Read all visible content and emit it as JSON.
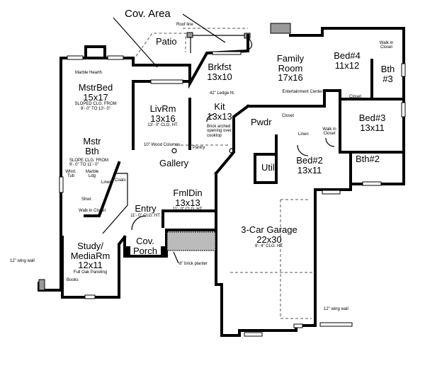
{
  "rooms": {
    "cov_area": "Cov. Area",
    "patio": "Patio",
    "roof_line": "Roof line",
    "mstr_bed": {
      "name": "MstrBed",
      "size": "15x17",
      "note1": "SLOPED CLG. FROM",
      "note2": "9'- 0\" TO 13'- 0\""
    },
    "marble_hearth": "Marble Hearth",
    "liv_rm": {
      "name": "LivRm",
      "size": "13x16",
      "note": "13'- 0\" CLG. HT."
    },
    "wood_columns": "10\" Wood Columns",
    "brkfst": {
      "name": "Brkfst",
      "size": "13x10"
    },
    "ledge": "42\" Ledge ht.",
    "kit": {
      "name": "Kit",
      "size": "13x13",
      "note1": "Brick arched",
      "note2": "opening over",
      "note3": "cooktop"
    },
    "pantry": "Pantry",
    "family_room": {
      "name1": "Family",
      "name2": "Room",
      "size": "17x16"
    },
    "entertainment_center": "Entertainment Center",
    "pwdr": "Pwdr",
    "closet": "Closet",
    "bed4": {
      "name": "Bed#4",
      "size": "11x12"
    },
    "walk_in_closet": "Walk in Closet",
    "bth3": {
      "name1": "Bth",
      "name2": "#3"
    },
    "bed3": {
      "name": "Bed#3",
      "size": "13x11"
    },
    "bth2": "Bth#2",
    "bed2": {
      "name": "Bed#2",
      "size": "13x11"
    },
    "linen": "Linen",
    "util": "Util",
    "gallery": "Gallery",
    "mstr_bth": {
      "name1": "Mstr",
      "name2": "Bth",
      "note1": "SLOPE CLG. FROM",
      "note2": "9'- 0\" TO 11'- 0\""
    },
    "whirlpool": "Whirl. Tub",
    "marble_ledge": "Marble Ldg",
    "coats": "Coats",
    "shwr": "Shwr.",
    "walk_in_closet_master": "Walk in Closet",
    "fml_din": {
      "name": "FmlDin",
      "size": "13x13",
      "note": "11'- 0\" CLG. HT."
    },
    "entry": {
      "name": "Entry",
      "note": "11'- 0\" CLG. HT."
    },
    "cov_porch": {
      "name1": "Cov.",
      "name2": "Porch"
    },
    "brick_planter": "8\" brick planter",
    "garage": {
      "name": "3-Car Garage",
      "size": "22x30",
      "note": "8'- 4\" CLG. HT."
    },
    "study": {
      "name1": "Study/",
      "name2": "MediaRm",
      "size": "12x11",
      "note": "Full Oak Paneling"
    },
    "books": "Books",
    "wing_wall_left": "12\" wing wall",
    "wing_wall_right": "12\" wing wall"
  }
}
